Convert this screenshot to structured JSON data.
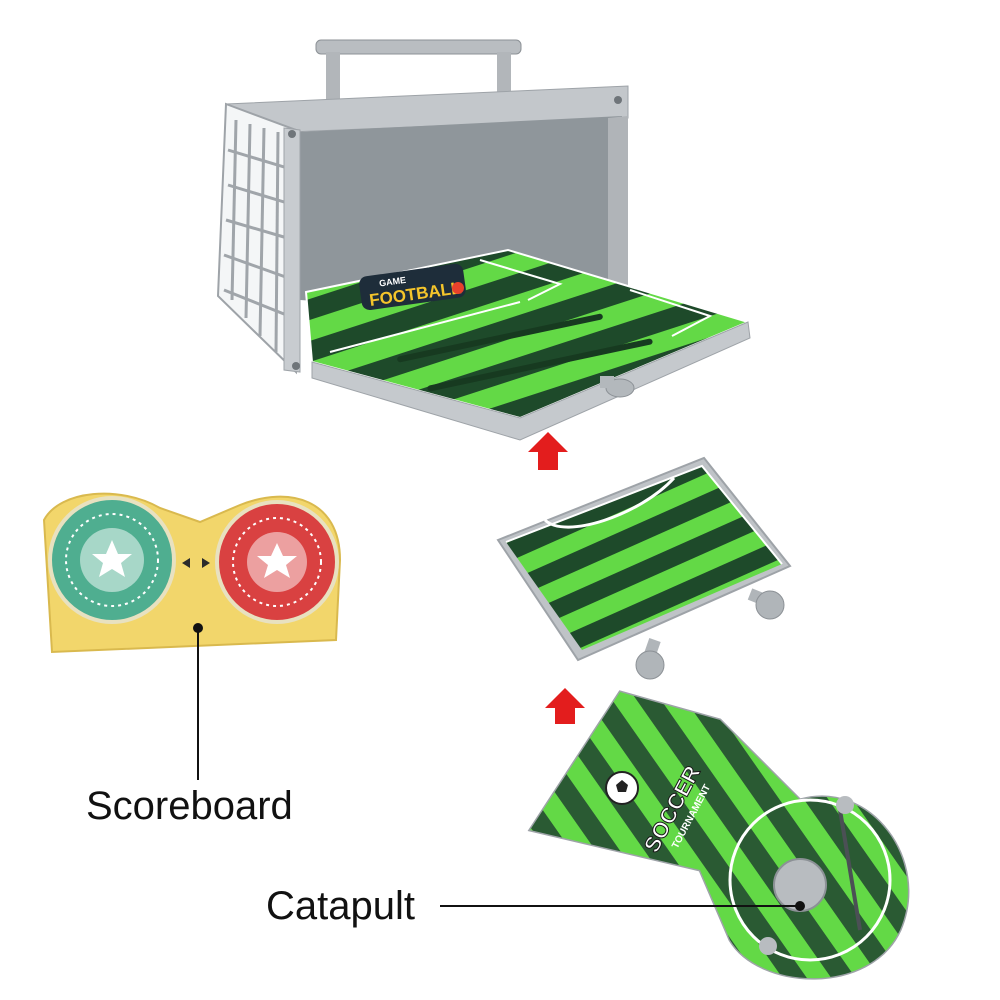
{
  "labels": {
    "scoreboard": "Scoreboard",
    "catapult": "Catapult"
  },
  "product_print": {
    "box_logo": "FOOTBALL",
    "box_logo_top": "GAME",
    "catapult_logo": "SOCCER",
    "catapult_logo_sub": "TOURNAMENT"
  },
  "colors": {
    "background": "#ffffff",
    "case_gray": "#a9adb1",
    "case_inner": "#8f969b",
    "field_light": "#63d946",
    "field_dark": "#1e4a2a",
    "arrow_red": "#e31d1d",
    "scoreboard_yellow": "#f2d66b",
    "dial_green": "#4fae90",
    "dial_red": "#d94141",
    "leader_line": "#111111"
  },
  "icons": {
    "arrow_upper": "red-up-arrow-icon",
    "arrow_lower": "red-up-arrow-icon",
    "scoreboard_center": "left-right-arrows-icon"
  }
}
